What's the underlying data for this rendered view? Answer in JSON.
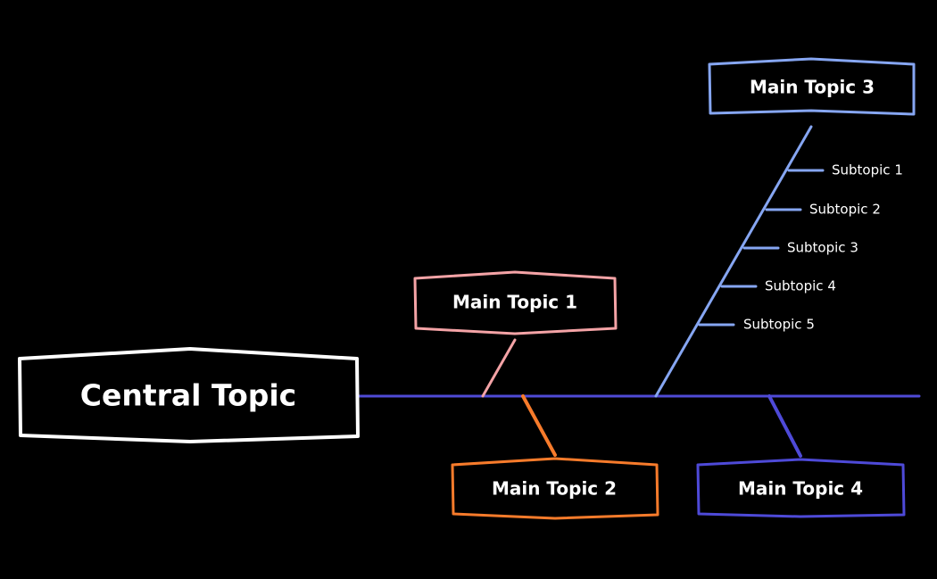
{
  "central_topic": {
    "label": "Central Topic",
    "color": "#ffffff"
  },
  "spine_color": "#4f4ad6",
  "main_topics": [
    {
      "label": "Main Topic 1",
      "color": "#f4a3a6"
    },
    {
      "label": "Main Topic 2",
      "color": "#f77b2b"
    },
    {
      "label": "Main Topic 3",
      "color": "#86a6f2"
    },
    {
      "label": "Main Topic 4",
      "color": "#4e4ad8"
    }
  ],
  "subtopics": [
    {
      "label": "Subtopic 1"
    },
    {
      "label": "Subtopic 2"
    },
    {
      "label": "Subtopic 3"
    },
    {
      "label": "Subtopic 4"
    },
    {
      "label": "Subtopic 5"
    }
  ]
}
